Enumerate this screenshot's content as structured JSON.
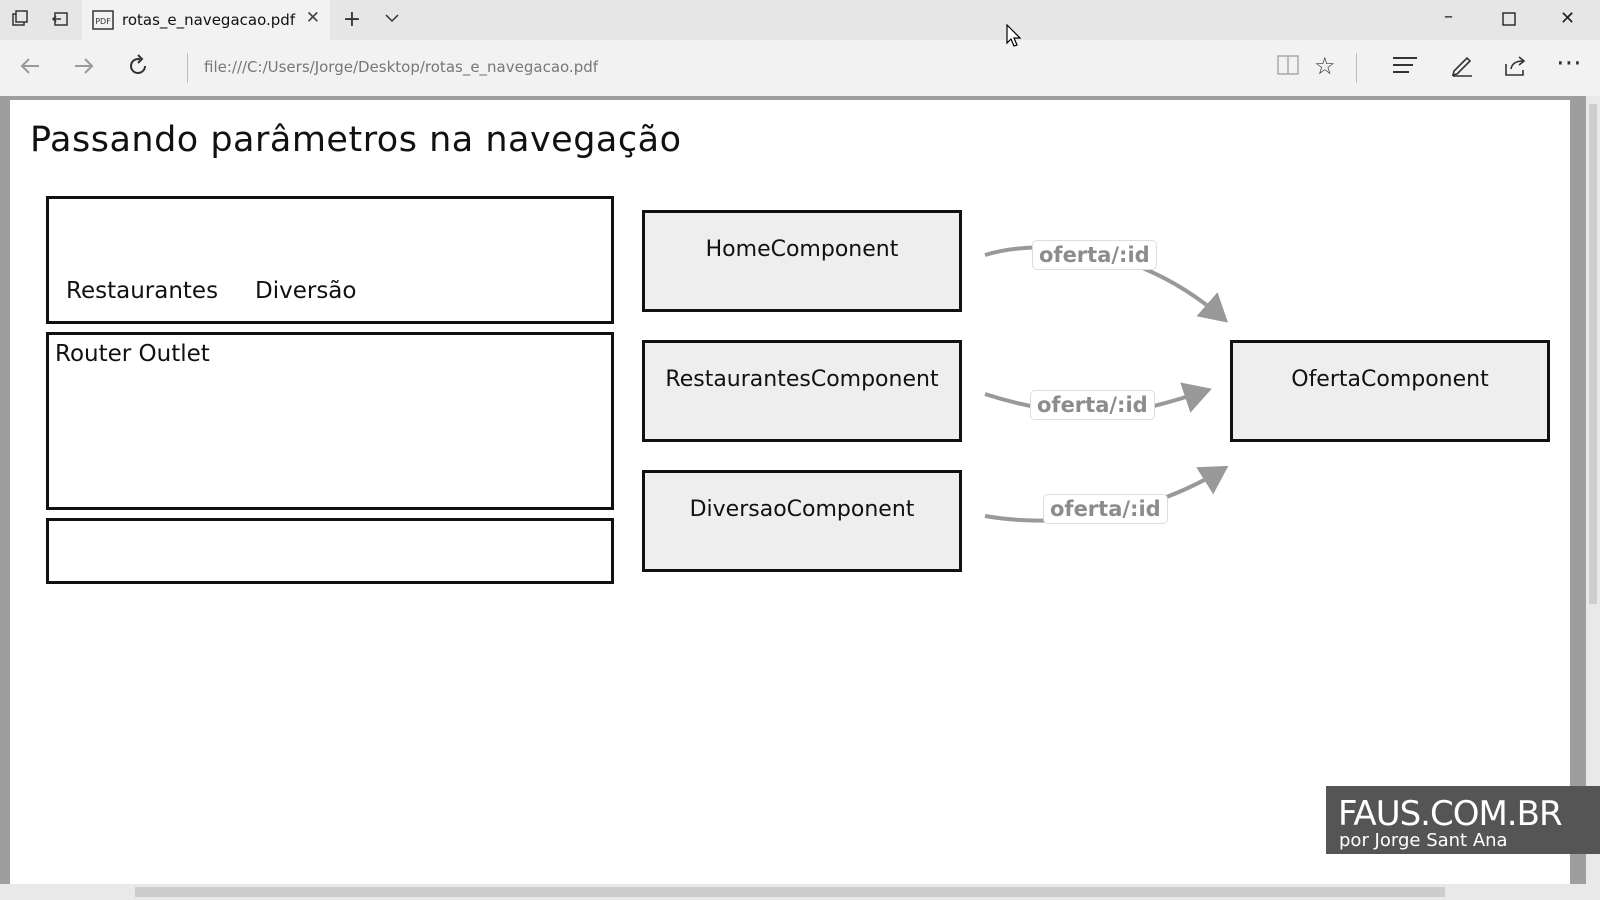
{
  "browser": {
    "tab": {
      "title": "rotas_e_navegacao.pdf",
      "file_badge": "PDF"
    },
    "address": "file:///C:/Users/Jorge/Desktop/rotas_e_navegacao.pdf"
  },
  "diagram": {
    "title": "Passando parâmetros na navegação",
    "nav_links": [
      "Restaurantes",
      "Diversão"
    ],
    "router_outlet": "Router Outlet",
    "components": [
      "HomeComponent",
      "RestaurantesComponent",
      "DiversaoComponent"
    ],
    "target": "OfertaComponent",
    "route_labels": [
      "oferta/:id",
      "oferta/:id",
      "oferta/:id"
    ]
  },
  "watermark": {
    "main": "FAUS.COM.BR",
    "sub": "por Jorge Sant Ana"
  },
  "icons": [
    "tab-manager-icon",
    "set-aside-tabs-icon",
    "pdf-file-icon",
    "close-icon",
    "new-tab-icon",
    "chevron-down-icon",
    "minimize-icon",
    "maximize-icon",
    "window-close-icon",
    "back-arrow-icon",
    "forward-arrow-icon",
    "refresh-icon",
    "reading-view-icon",
    "favorite-star-icon",
    "hub-icon",
    "web-note-icon",
    "share-icon",
    "more-icon",
    "mouse-cursor-icon"
  ],
  "colors": {
    "tabbar": "#e6e6e6",
    "toolbar": "#f2f2f2",
    "component_fill": "#eeeeee",
    "arrow": "#999999",
    "label_text": "#8c8c8c",
    "watermark_bg": "#555555"
  }
}
